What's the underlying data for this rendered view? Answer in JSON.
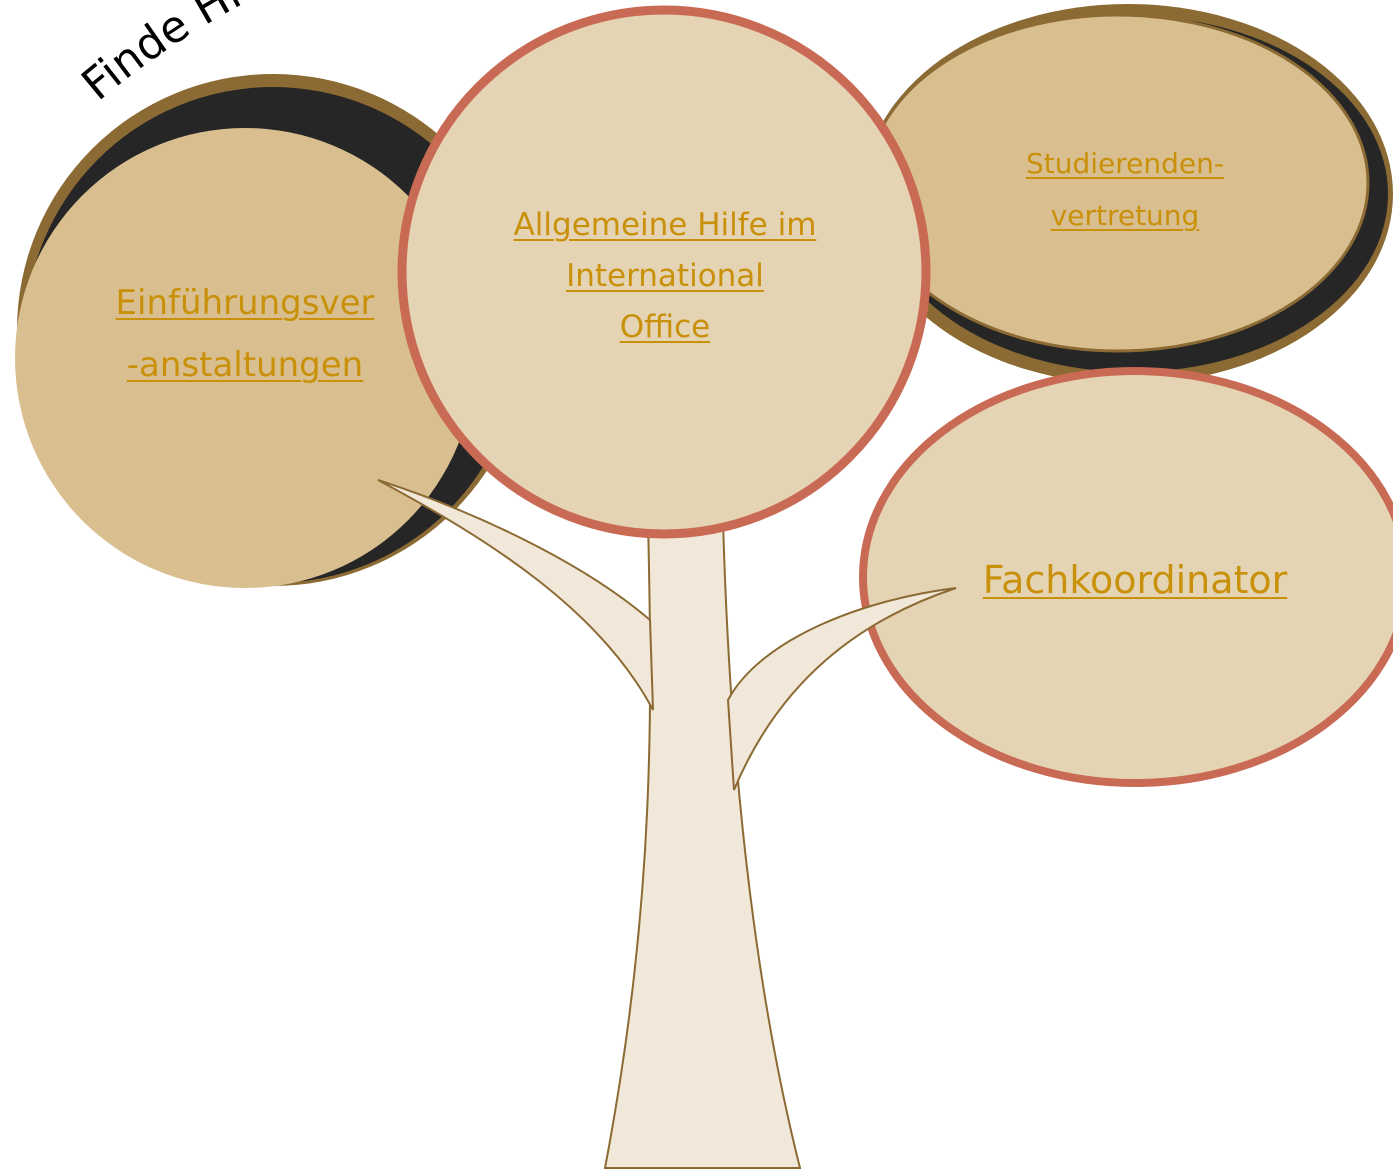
{
  "title_fragment": "Finde Hi",
  "nodes": {
    "einfuehrung": {
      "lines": [
        "Einführungsver",
        "-anstaltungen"
      ]
    },
    "allgemein": {
      "lines": [
        "Allgemeine Hilfe im",
        "International",
        "Office"
      ]
    },
    "studierenden": {
      "lines": [
        "Studierenden-",
        "vertretung"
      ]
    },
    "fach": {
      "lines": [
        "Fachkoordinator"
      ]
    }
  },
  "colors": {
    "link": "#c9900a",
    "bubble_fill_dark": "#d9bf8f",
    "bubble_fill_light": "#e4d4b4",
    "outline_brown": "#8c6a33",
    "outline_red": "#c96a55",
    "shadow": "#262626",
    "trunk_fill": "#f1e8d9"
  }
}
